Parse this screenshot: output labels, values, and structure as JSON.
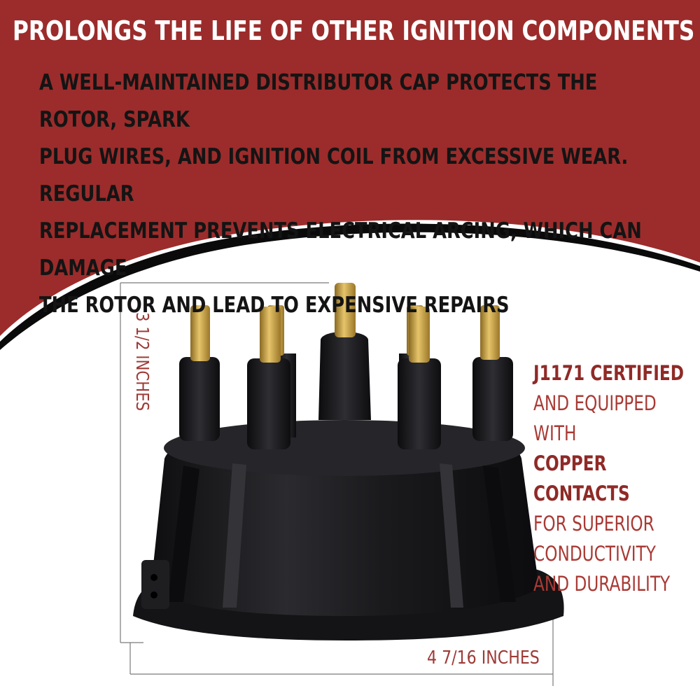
{
  "headline": "PROLONGS THE LIFE OF OTHER IGNITION COMPONENTS",
  "body_lines": [
    "A WELL-MAINTAINED DISTRIBUTOR CAP PROTECTS THE ROTOR, SPARK",
    "PLUG WIRES, AND IGNITION COIL FROM EXCESSIVE WEAR. REGULAR",
    "REPLACEMENT PREVENTS ELECTRICAL ARCING, WHICH CAN DAMAGE",
    "THE ROTOR AND LEAD TO EXPENSIVE REPAIRS"
  ],
  "feature": {
    "line1_strong": "J1171 CERTIFIED",
    "line2": "AND EQUIPPED WITH",
    "line3_strong": "COPPER CONTACTS",
    "line4": "FOR SUPERIOR",
    "line5": "CONDUCTIVITY",
    "line6": "AND DURABILITY"
  },
  "dimensions": {
    "height_label": "3 1/2 INCHES",
    "width_label": "4 7/16 INCHES"
  },
  "colors": {
    "banner": "#9b2c2b",
    "accent_text": "#a5332f",
    "body_text": "#141414",
    "cap": "#1c1c1e",
    "terminal_brass": "#c9a44a"
  },
  "product_icon": "distributor-cap-icon"
}
